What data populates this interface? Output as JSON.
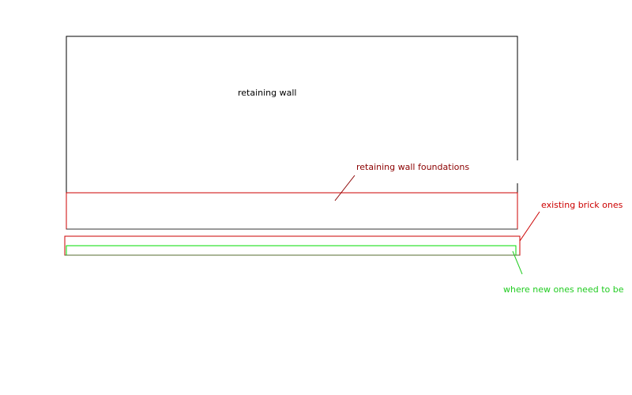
{
  "labels": {
    "retaining_wall": "retaining wall",
    "retaining_wall_foundations": "retaining wall foundations",
    "existing_brick_ones": "existing brick ones",
    "where_new_ones_need_to_be": "where new ones need to be"
  },
  "colors": {
    "wall_outline": "#000000",
    "foundations": "#cc0000",
    "foundations_label": "#8b0000",
    "existing_brick": "#cc0000",
    "existing_brick_label": "#cc0000",
    "new_ones": "#00dd00",
    "new_ones_label": "#22cc22",
    "ground_line": "#333333"
  }
}
